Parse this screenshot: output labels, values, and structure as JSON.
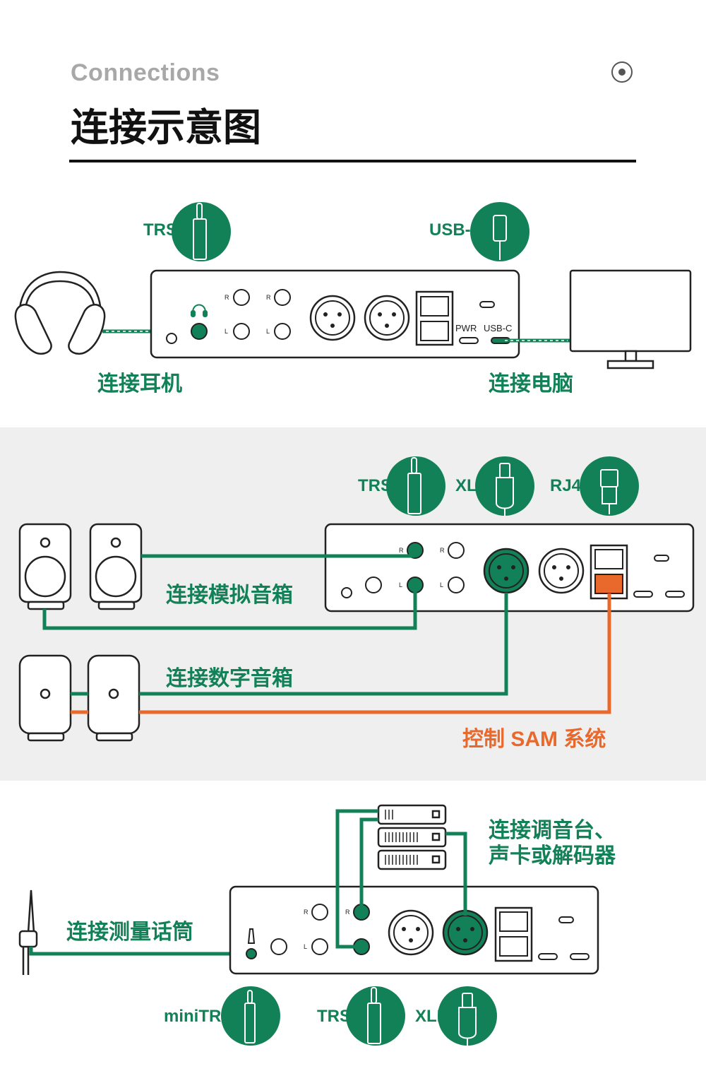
{
  "header": {
    "title_en": "Connections",
    "title_cn": "连接示意图"
  },
  "colors": {
    "green": "#138158",
    "orange": "#e8692b",
    "band": "#efefef",
    "title_gray": "#a8a8a8"
  },
  "section1": {
    "connectors": {
      "trs": "TRS",
      "usbc": "USB-C"
    },
    "labels": {
      "headphones": "连接耳机",
      "computer": "连接电脑"
    },
    "panel": {
      "pwr": "PWR",
      "usbc": "USB-C",
      "r": "R",
      "l": "L"
    }
  },
  "section2": {
    "connectors": {
      "trs": "TRS",
      "xlr": "XLR",
      "rj45": "RJ45"
    },
    "labels": {
      "analog": "连接模拟音箱",
      "digital": "连接数字音箱",
      "sam": "控制 SAM 系统"
    },
    "panel": {
      "r": "R",
      "l": "L"
    }
  },
  "section3": {
    "connectors": {
      "minitrs": "miniTRS",
      "trs": "TRS",
      "xlr": "XLR"
    },
    "labels": {
      "mixer_line1": "连接调音台、",
      "mixer_line2": "声卡或解码器",
      "mic": "连接测量话筒"
    },
    "panel": {
      "r": "R",
      "l": "L"
    }
  }
}
